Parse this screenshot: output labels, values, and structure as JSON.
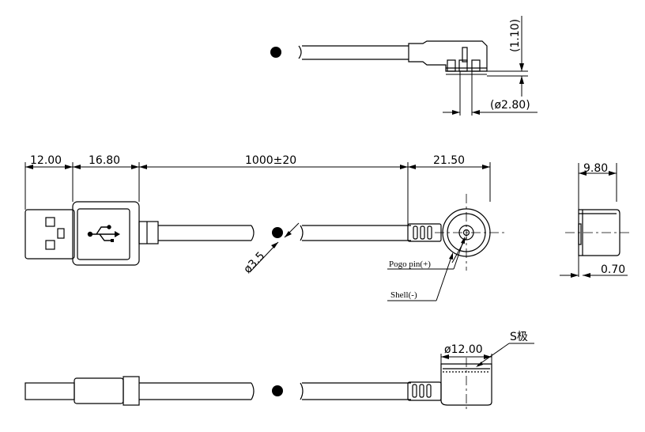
{
  "drawing": {
    "top_view": {
      "dim_height": "(1.10)",
      "dim_pin_dia": "(ø2.80)"
    },
    "front_view": {
      "dim_usb_len": "12.00",
      "dim_overmold_len": "16.80",
      "dim_cable_len": "1000±20",
      "dim_head_len": "21.50",
      "dim_cable_dia": "ø3.5",
      "label_pogo": "Pogo pin(+)",
      "label_shell": "Shell(-)"
    },
    "side_view": {
      "dim_head_height": "9.80",
      "dim_step": "0.70"
    },
    "bottom_view": {
      "dim_head_dia": "ø12.00",
      "label_pole": "S极"
    }
  }
}
